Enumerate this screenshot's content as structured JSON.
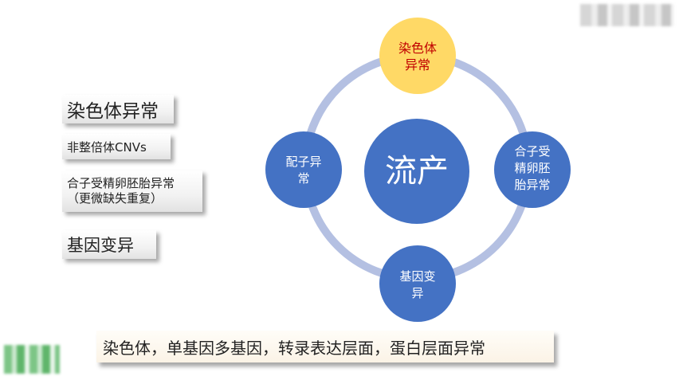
{
  "left_labels": {
    "chromosome": "染色体异常",
    "cnv": "非整倍体CNVs",
    "embryo_line1": "合子受精卵胚胎异常",
    "embryo_line2": "（更微缺失重复）",
    "gene": "基因变异"
  },
  "cycle": {
    "center": "流产",
    "top_line1": "染色体",
    "top_line2": "异常",
    "right_line1": "合子受",
    "right_line2": "精卵胚",
    "right_line3": "胎异常",
    "bottom_line1": "基因变",
    "bottom_line2": "异",
    "left_line1": "配子异",
    "left_line2": "常"
  },
  "bottom_banner": "染色体，单基因多基因，转录表达层面，蛋白层面异常",
  "colors": {
    "ring": "#b4c0e2",
    "node_blue": "#4472c4",
    "node_yellow": "#ffd966",
    "top_node_text": "#c00000"
  }
}
